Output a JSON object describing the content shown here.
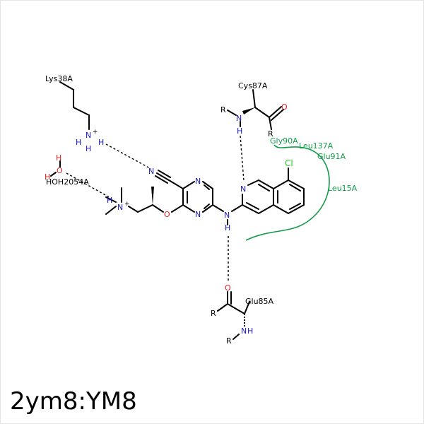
{
  "caption": "2ym8:YM8",
  "colors": {
    "carbon": "#000000",
    "nitrogen": "#1919c8",
    "oxygen": "#d81f1f",
    "chlorine": "#22cc22",
    "hydrophobic": "#129c49"
  },
  "residues": {
    "lys": "Lys38A",
    "cys": "Cys87A",
    "glu": "Glu85A",
    "hoh": "HOH2054A",
    "gly": "Gly90A",
    "leu137": "Leu137A",
    "glu91": "Glu91A",
    "leu15": "Leu15A"
  },
  "atoms": {
    "n": "N",
    "o": "O",
    "h": "H",
    "r": "R",
    "cl": "Cl",
    "plus": "+"
  }
}
